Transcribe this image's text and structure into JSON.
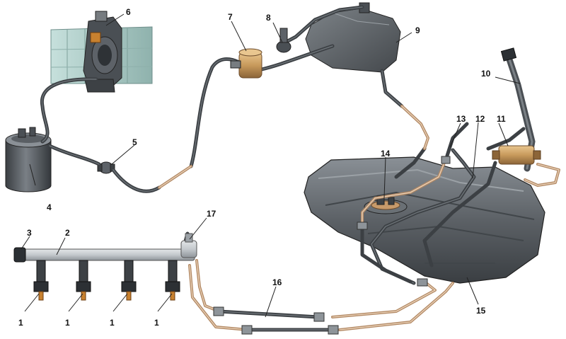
{
  "callouts": {
    "c1": "1",
    "c2": "2",
    "c3": "3",
    "c4": "4",
    "c5": "5",
    "c6": "6",
    "c7": "7",
    "c8": "8",
    "c9": "9",
    "c10": "10",
    "c11": "11",
    "c12": "12",
    "c13": "13",
    "c14": "14",
    "c15": "15",
    "c16": "16",
    "c17": "17"
  },
  "colors": {
    "hose": "#3c4044",
    "copper_pipe": "#b38a66",
    "tank": "#5c6166",
    "throttle_body": "#a9c9c4",
    "fuel_filter": "#c89a5c",
    "fuel_rail": "#c4c9cd"
  }
}
